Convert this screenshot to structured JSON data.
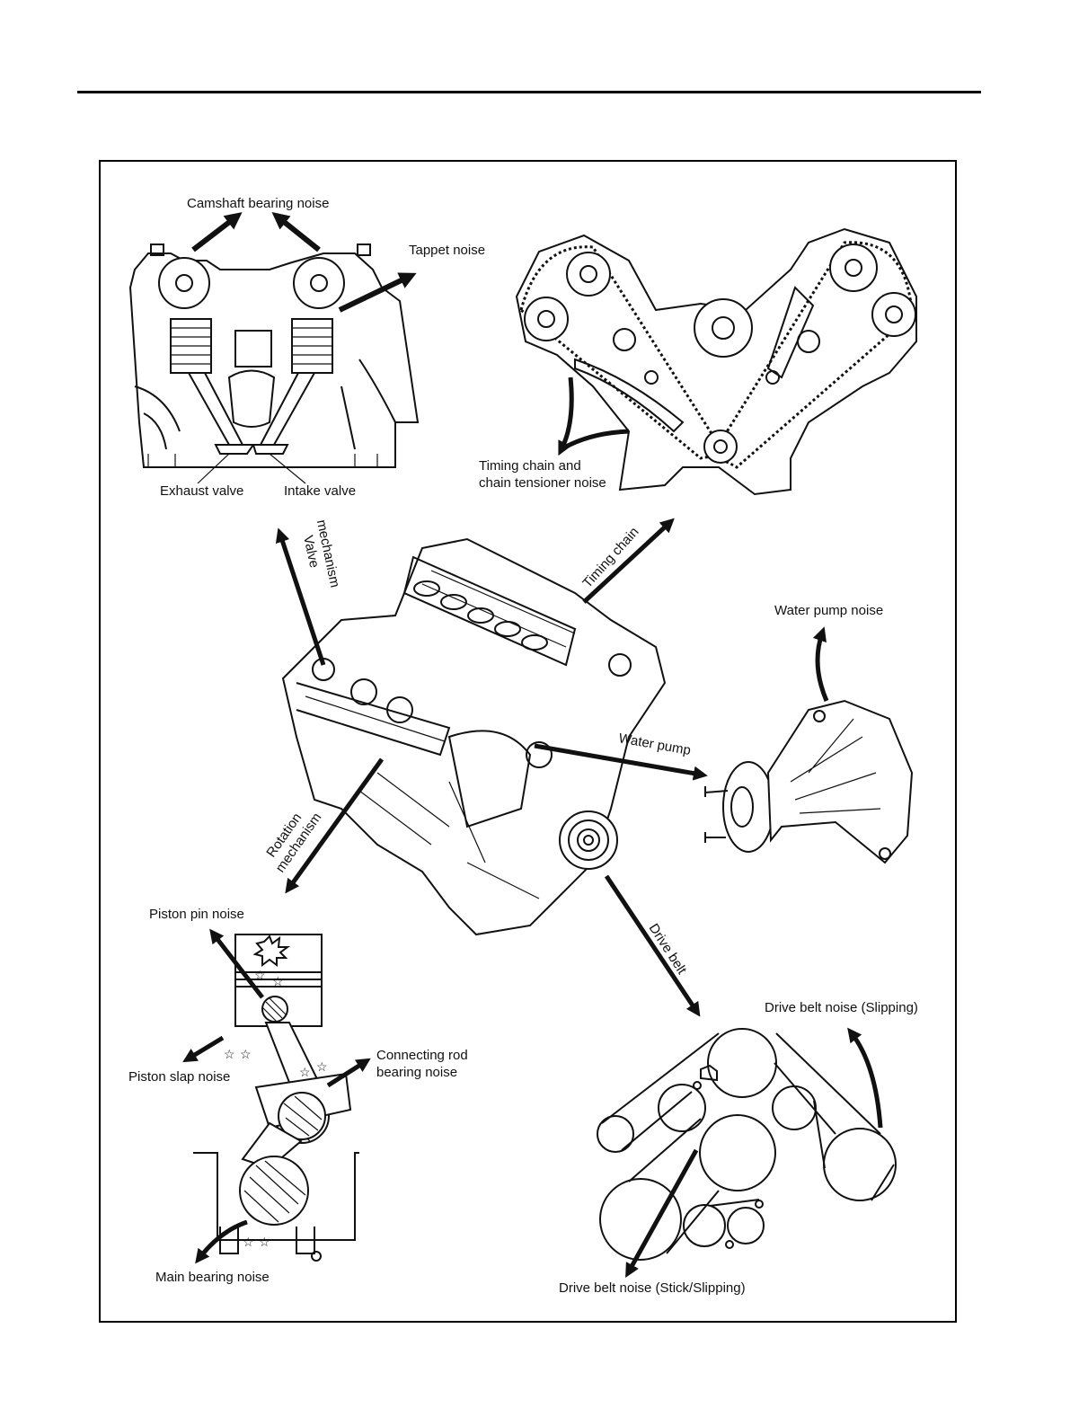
{
  "labels": {
    "camshaft_bearing_noise": "Camshaft bearing noise",
    "tappet_noise": "Tappet noise",
    "exhaust_valve": "Exhaust valve",
    "intake_valve": "Intake valve",
    "timing_chain_noise_line1": "Timing chain and",
    "timing_chain_noise_line2": "chain tensioner noise",
    "valve_mechanism_line1": "Valve",
    "valve_mechanism_line2": "mechanism",
    "timing_chain": "Timing chain",
    "water_pump_noise": "Water pump noise",
    "water_pump": "Water pump",
    "rotation_mechanism_line1": "Rotation",
    "rotation_mechanism_line2": "mechanism",
    "piston_pin_noise": "Piston pin noise",
    "piston_slap_noise": "Piston slap noise",
    "connecting_rod_line1": "Connecting rod",
    "connecting_rod_line2": "bearing noise",
    "main_bearing_noise": "Main bearing noise",
    "drive_belt": "Drive belt",
    "drive_belt_noise_slipping": "Drive belt noise (Slipping)",
    "drive_belt_noise_stick": "Drive belt noise (Stick/Slipping)"
  },
  "icons": [
    "arrow-icon",
    "star-icon",
    "burst-icon"
  ]
}
